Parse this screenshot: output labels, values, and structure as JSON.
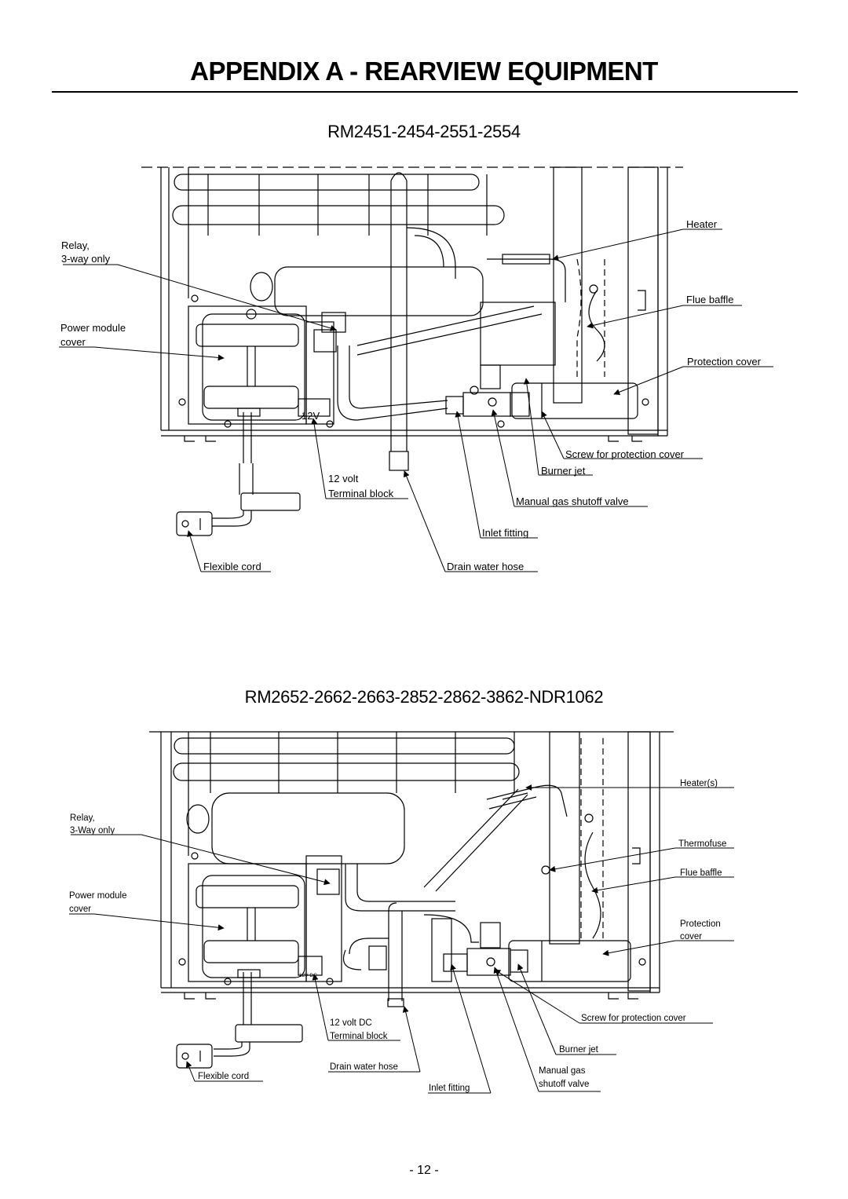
{
  "page": {
    "title": "APPENDIX A - REARVIEW EQUIPMENT",
    "page_number": "- 12 -"
  },
  "figure1": {
    "title": "RM2451-2454-2551-2554",
    "labels": {
      "heater": "Heater",
      "relay_line1": "Relay,",
      "relay_line2": "3-way only",
      "flue_baffle": "Flue baffle",
      "power_module_line1": "Power module",
      "power_module_line2": "cover",
      "protection_cover": "Protection cover",
      "screw_protection_cover": "Screw for protection cover",
      "burner_jet": "Burner jet",
      "volt_line1": "12 volt",
      "volt_line2": "Terminal block",
      "manual_gas_valve": "Manual gas shutoff valve",
      "inlet_fitting": "Inlet fitting",
      "flexible_cord": "Flexible cord",
      "drain_water_hose": "Drain water hose",
      "terminal_mark": "12V"
    }
  },
  "figure2": {
    "title": "RM2652-2662-2663-2852-2862-3862-NDR1062",
    "labels": {
      "heaters": "Heater(s)",
      "relay_line1": "Relay,",
      "relay_line2": "3-Way only",
      "thermofuse": "Thermofuse",
      "flue_baffle": "Flue baffle",
      "power_module_line1": "Power module",
      "power_module_line2": "cover",
      "protection_line1": "Protection",
      "protection_line2": "cover",
      "screw_protection_cover": "Screw for protection cover",
      "volt_line1": "12 volt DC",
      "volt_line2": "Terminal block",
      "burner_jet": "Burner jet",
      "drain_water_hose": "Drain water hose",
      "manual_gas_line1": "Manual gas",
      "manual_gas_line2": "shutoff valve",
      "flexible_cord": "Flexible cord",
      "inlet_fitting": "Inlet fitting",
      "terminal_mark": "12V DC"
    }
  }
}
